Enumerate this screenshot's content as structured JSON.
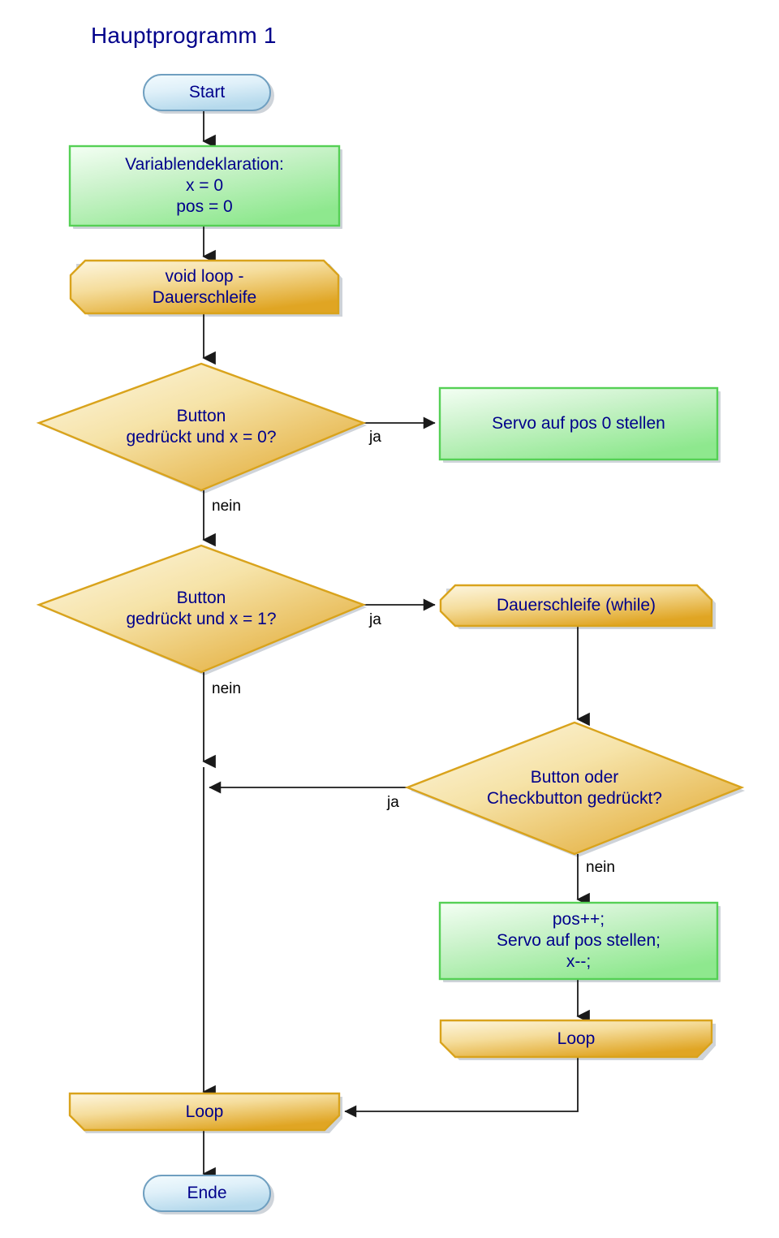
{
  "diagram": {
    "title": "Hauptprogramm 1",
    "language": "de",
    "colors": {
      "text": "#00008B",
      "edge_label_text": "#000000",
      "terminator_fill_light": "#e8f5fb",
      "terminator_fill_dark": "#b9dcec",
      "terminator_stroke": "#6f9fc0",
      "process_fill_light": "#e8fbe8",
      "process_fill_dark": "#8ee88e",
      "process_stroke": "#55d055",
      "loop_fill_light": "#fbf0cf",
      "loop_fill_dark": "#e0a523",
      "loop_stroke": "#d9a31c",
      "decision_fill_light": "#fbf0cf",
      "decision_fill_dark": "#e0a523",
      "decision_stroke": "#d9a31c",
      "connector": "#1a1a1a",
      "shadow": "#8d99a6"
    }
  },
  "nodes": [
    {
      "id": "start",
      "type": "terminator",
      "label": "Start"
    },
    {
      "id": "vardecl",
      "type": "process",
      "label": "Variablendeklaration:\nx = 0\npos = 0"
    },
    {
      "id": "voidloop",
      "type": "loop-start",
      "label": "void loop -\nDauerschleife"
    },
    {
      "id": "dec-x0",
      "type": "decision",
      "label": "Button\ngedrückt und x = 0?"
    },
    {
      "id": "servo-pos0",
      "type": "process",
      "label": "Servo auf pos 0 stellen"
    },
    {
      "id": "dec-x1",
      "type": "decision",
      "label": "Button\ngedrückt und x = 1?"
    },
    {
      "id": "while-loop",
      "type": "loop-start",
      "label": "Dauerschleife (while)"
    },
    {
      "id": "dec-btn-chk",
      "type": "decision",
      "label": "Button oder\nCheckbutton gedrückt?"
    },
    {
      "id": "pos-inc",
      "type": "process",
      "label": "pos++;\nServo auf pos stellen;\nx--;"
    },
    {
      "id": "inner-loop",
      "type": "loop-end",
      "label": "Loop"
    },
    {
      "id": "outer-loop",
      "type": "loop-end",
      "label": "Loop"
    },
    {
      "id": "ende",
      "type": "terminator",
      "label": "Ende"
    }
  ],
  "edge_labels": {
    "dec_x0_yes": "ja",
    "dec_x0_no": "nein",
    "dec_x1_yes": "ja",
    "dec_x1_no": "nein",
    "dec_btnchk_yes": "ja",
    "dec_btnchk_no": "nein"
  }
}
